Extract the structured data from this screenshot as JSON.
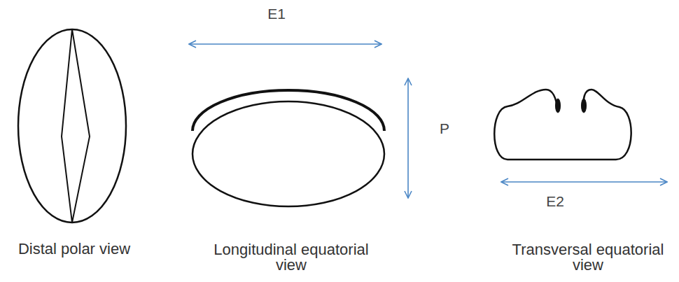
{
  "diagram": {
    "labels": [
      "E1",
      "P",
      "E2",
      "Distal polar view",
      "Longitudinal equatorial view",
      "Transversal equatorial view"
    ]
  }
}
